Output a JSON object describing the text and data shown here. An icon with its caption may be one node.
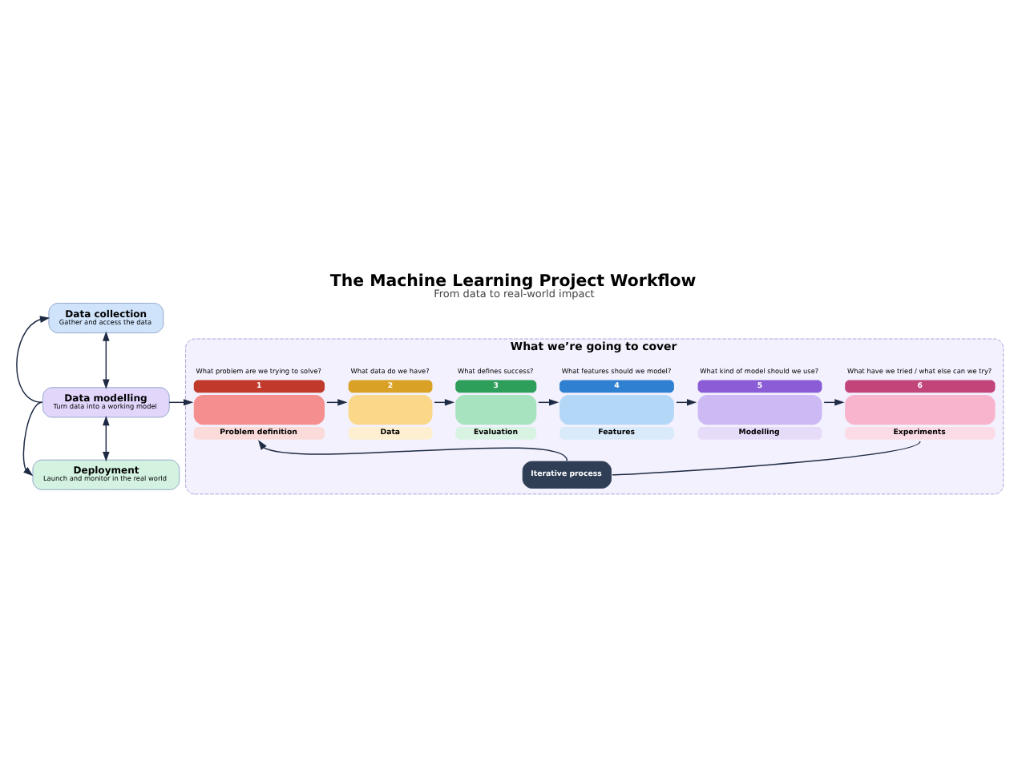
{
  "diagram": {
    "title": "The Machine Learning Project Workflow",
    "caption": "From data to real-world impact",
    "nodes": [
      {
        "text": [
          "Data collection",
          "Gather and access the data"
        ]
      },
      {
        "text": [
          "Data modelling",
          "Turn data into a working model"
        ]
      },
      {
        "text": [
          "Deployment",
          "Launch and monitor in the real world"
        ]
      },
      {
        "text": [
          "What we’re going to cover"
        ]
      },
      {
        "text": [
          "1",
          "Problem definition"
        ],
        "in": 3,
        "beside": [
          "What problem are we trying to solve?"
        ]
      },
      {
        "text": [
          "2",
          "Data"
        ],
        "in": 3,
        "beside": [
          "What data do we have?"
        ]
      },
      {
        "text": [
          "3",
          "Evaluation"
        ],
        "in": 3,
        "beside": [
          "What defines success?"
        ]
      },
      {
        "text": [
          "4",
          "Features"
        ],
        "in": 3,
        "beside": [
          "What features should we model?"
        ]
      },
      {
        "text": [
          "5",
          "Modelling"
        ],
        "in": 3,
        "beside": [
          "What kind of model should we use?"
        ]
      },
      {
        "text": [
          "6",
          "Experiments"
        ],
        "in": 3,
        "beside": [
          "What have we tried / what else can we try?"
        ]
      },
      {
        "text": [
          "Iterative process"
        ],
        "in": 3
      }
    ],
    "edges": [
      {
        "from": 0,
        "to": 1,
        "arrow": "both"
      },
      {
        "from": 1,
        "to": 2,
        "arrow": "both"
      },
      {
        "from": 1,
        "to": 0,
        "arrow": "to"
      },
      {
        "from": 1,
        "to": 2,
        "arrow": "to"
      },
      {
        "from": 1,
        "to": 4,
        "arrow": "to"
      },
      {
        "from": 4,
        "to": 5,
        "arrow": "to"
      },
      {
        "from": 5,
        "to": 6,
        "arrow": "to"
      },
      {
        "from": 6,
        "to": 7,
        "arrow": "to"
      },
      {
        "from": 7,
        "to": 8,
        "arrow": "to"
      },
      {
        "from": 8,
        "to": 9,
        "arrow": "to"
      },
      {
        "from": 9,
        "to": 10,
        "arrow": "none"
      },
      {
        "from": 10,
        "to": 4,
        "arrow": "to"
      }
    ]
  }
}
